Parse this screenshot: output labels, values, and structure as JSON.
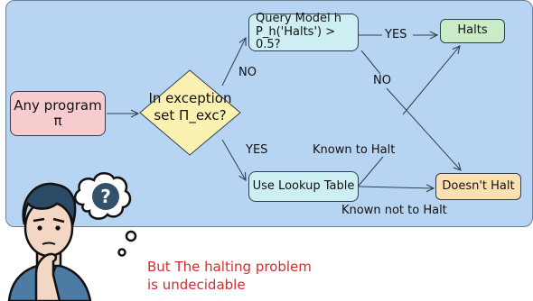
{
  "diagram": {
    "nodes": {
      "any_program": {
        "line1": "Any program",
        "line2": "π"
      },
      "exception_check": {
        "line1": "In exception",
        "line2": "set Π_exc?"
      },
      "query_model": {
        "line1": "Query Model h",
        "line2": "P_h('Halts') > 0.5?"
      },
      "halts": "Halts",
      "lookup_table": "Use Lookup Table",
      "doesnt_halt": "Doesn't Halt"
    },
    "edge_labels": {
      "no_to_query": "NO",
      "yes_to_lookup": "YES",
      "yes_to_halts": "YES",
      "no_to_doesnt": "NO",
      "known_to_halt": "Known to Halt",
      "known_not_to_halt": "Known not to Halt"
    }
  },
  "caption": {
    "line1": "But The halting problem",
    "line2": "is undecidable"
  },
  "thought_bubble": {
    "symbol": "?",
    "icon": "question-thought-bubble-icon"
  },
  "colors": {
    "panel": "#b7d5f3",
    "program_node": "#f6cccf",
    "decision_node": "#fbf1b0",
    "process_node": "#cdeef3",
    "halts_node": "#c9ebc6",
    "doesnt_halt_node": "#fde0b2",
    "caption_text": "#d12f2f"
  }
}
